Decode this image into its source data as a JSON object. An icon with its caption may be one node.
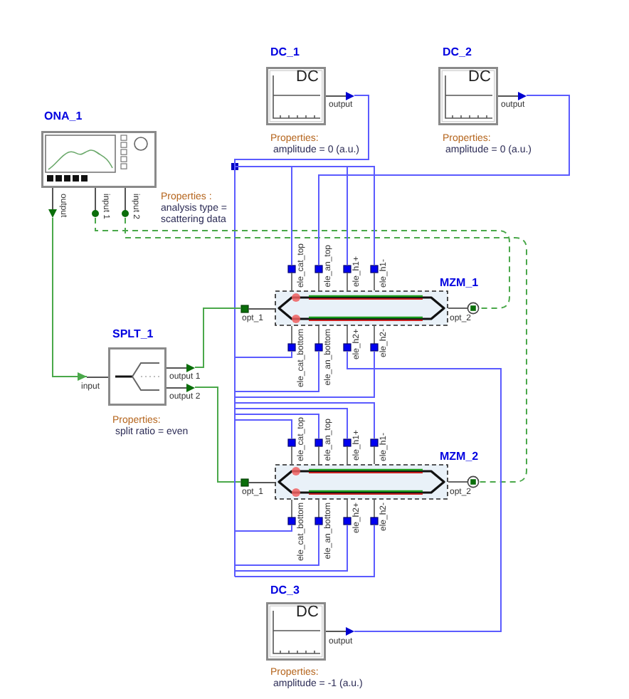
{
  "diagram": {
    "nodes": [
      {
        "text": [
          "DC_1",
          "DC"
        ],
        "beside": [
          "Properties:",
          "amplitude = 0 (a.u.)"
        ]
      },
      {
        "text": [
          "DC_2",
          "DC"
        ],
        "beside": [
          "Properties:",
          "amplitude = 0 (a.u.)"
        ]
      },
      {
        "text": [
          "ONA_1"
        ],
        "beside": [
          "Properties :",
          "analysis type = scattering data"
        ]
      },
      {
        "text": [
          "MZM_1"
        ]
      },
      {
        "text": [
          "SPLT_1"
        ],
        "beside": [
          "Properties:",
          "split ratio = even"
        ]
      },
      {
        "text": [
          "MZM_2"
        ]
      },
      {
        "text": [
          "DC_3",
          "DC"
        ],
        "beside": [
          "Properties:",
          "amplitude = -1 (a.u.)"
        ]
      }
    ],
    "edges": [
      {
        "from": 2,
        "to": 4,
        "arrow": "to"
      },
      {
        "from": 4,
        "to": 3,
        "arrow": "none"
      },
      {
        "from": 4,
        "to": 5,
        "arrow": "none"
      },
      {
        "from": 2,
        "to": 3,
        "arrow": "none",
        "style": "dashed"
      },
      {
        "from": 2,
        "to": 5,
        "arrow": "none",
        "style": "dashed"
      },
      {
        "from": 0,
        "to": 3,
        "arrow": "none",
        "color": "#5b5bff"
      },
      {
        "from": 0,
        "to": 5,
        "arrow": "none",
        "color": "#5b5bff"
      },
      {
        "from": 1,
        "to": 3,
        "arrow": "none",
        "color": "#5b5bff"
      },
      {
        "from": 6,
        "to": 3,
        "arrow": "none",
        "color": "#5b5bff"
      }
    ],
    "labels": [
      "output",
      "output",
      "output",
      "input 1",
      "input 2",
      "ele_cat_top",
      "ele_an_top",
      "ele_h1+",
      "ele_h1-",
      "opt_1",
      "opt_2",
      "ele_cat_bottom",
      "ele_an_bottom",
      "ele_h2+",
      "ele_h2-",
      "input",
      "output 1",
      "output 2",
      "ele_cat_top",
      "ele_an_top",
      "ele_h1+",
      "ele_h1-",
      "opt_1",
      "opt_2",
      "ele_cat_bottom",
      "ele_an_bottom",
      "ele_h2+",
      "ele_h2-",
      "output"
    ]
  }
}
